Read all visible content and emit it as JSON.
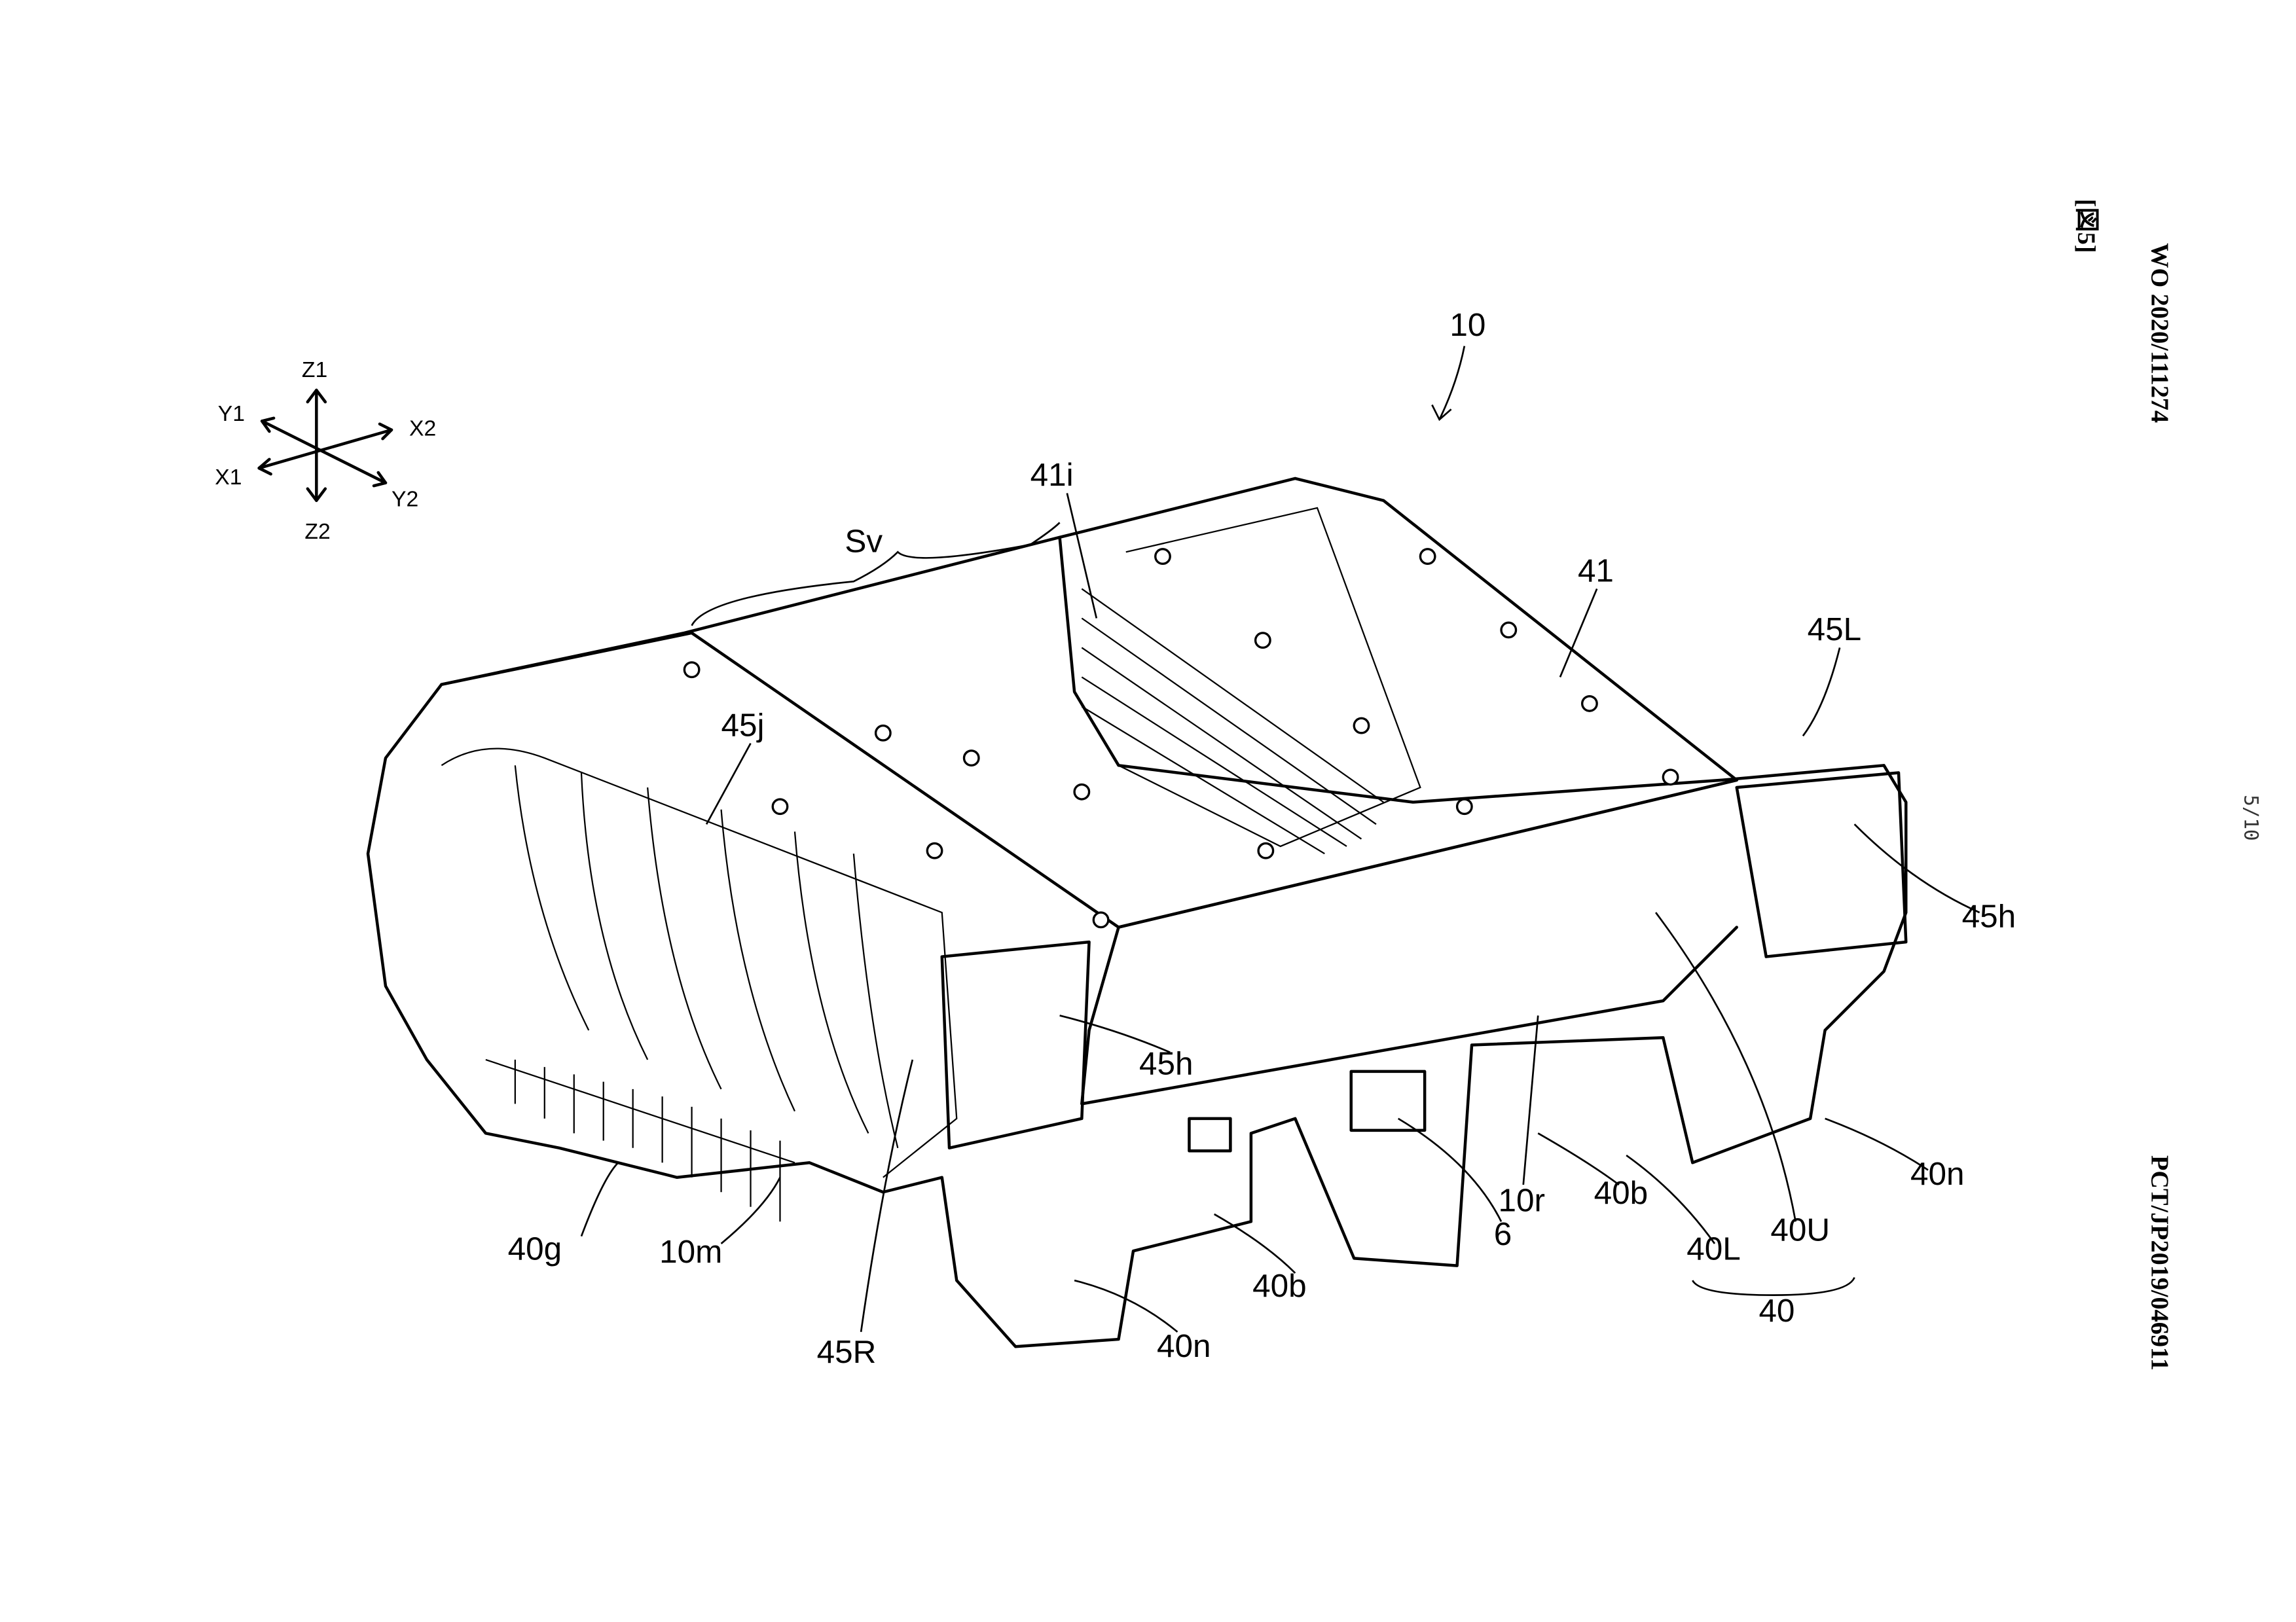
{
  "header": {
    "figure_label": "[図5]",
    "publication_number": "WO 2020/111274",
    "application_number": "PCT/JP2019/046911",
    "page_number": "5/10"
  },
  "axes": {
    "z1": "Z1",
    "z2": "Z2",
    "x1": "X1",
    "x2": "X2",
    "y1": "Y1",
    "y2": "Y2"
  },
  "labels": {
    "device": "10",
    "sv": "Sv",
    "l41i": "41i",
    "l41": "41",
    "l45L": "45L",
    "l45j": "45j",
    "l45h_right": "45h",
    "l45h_left": "45h",
    "l40n_right": "40n",
    "l40n_left": "40n",
    "l40g": "40g",
    "l10m": "10m",
    "l45R": "45R",
    "l40b_left": "40b",
    "l40b_right": "40b",
    "l10r": "10r",
    "l6": "6",
    "l40L": "40L",
    "l40U": "40U",
    "l40": "40"
  }
}
